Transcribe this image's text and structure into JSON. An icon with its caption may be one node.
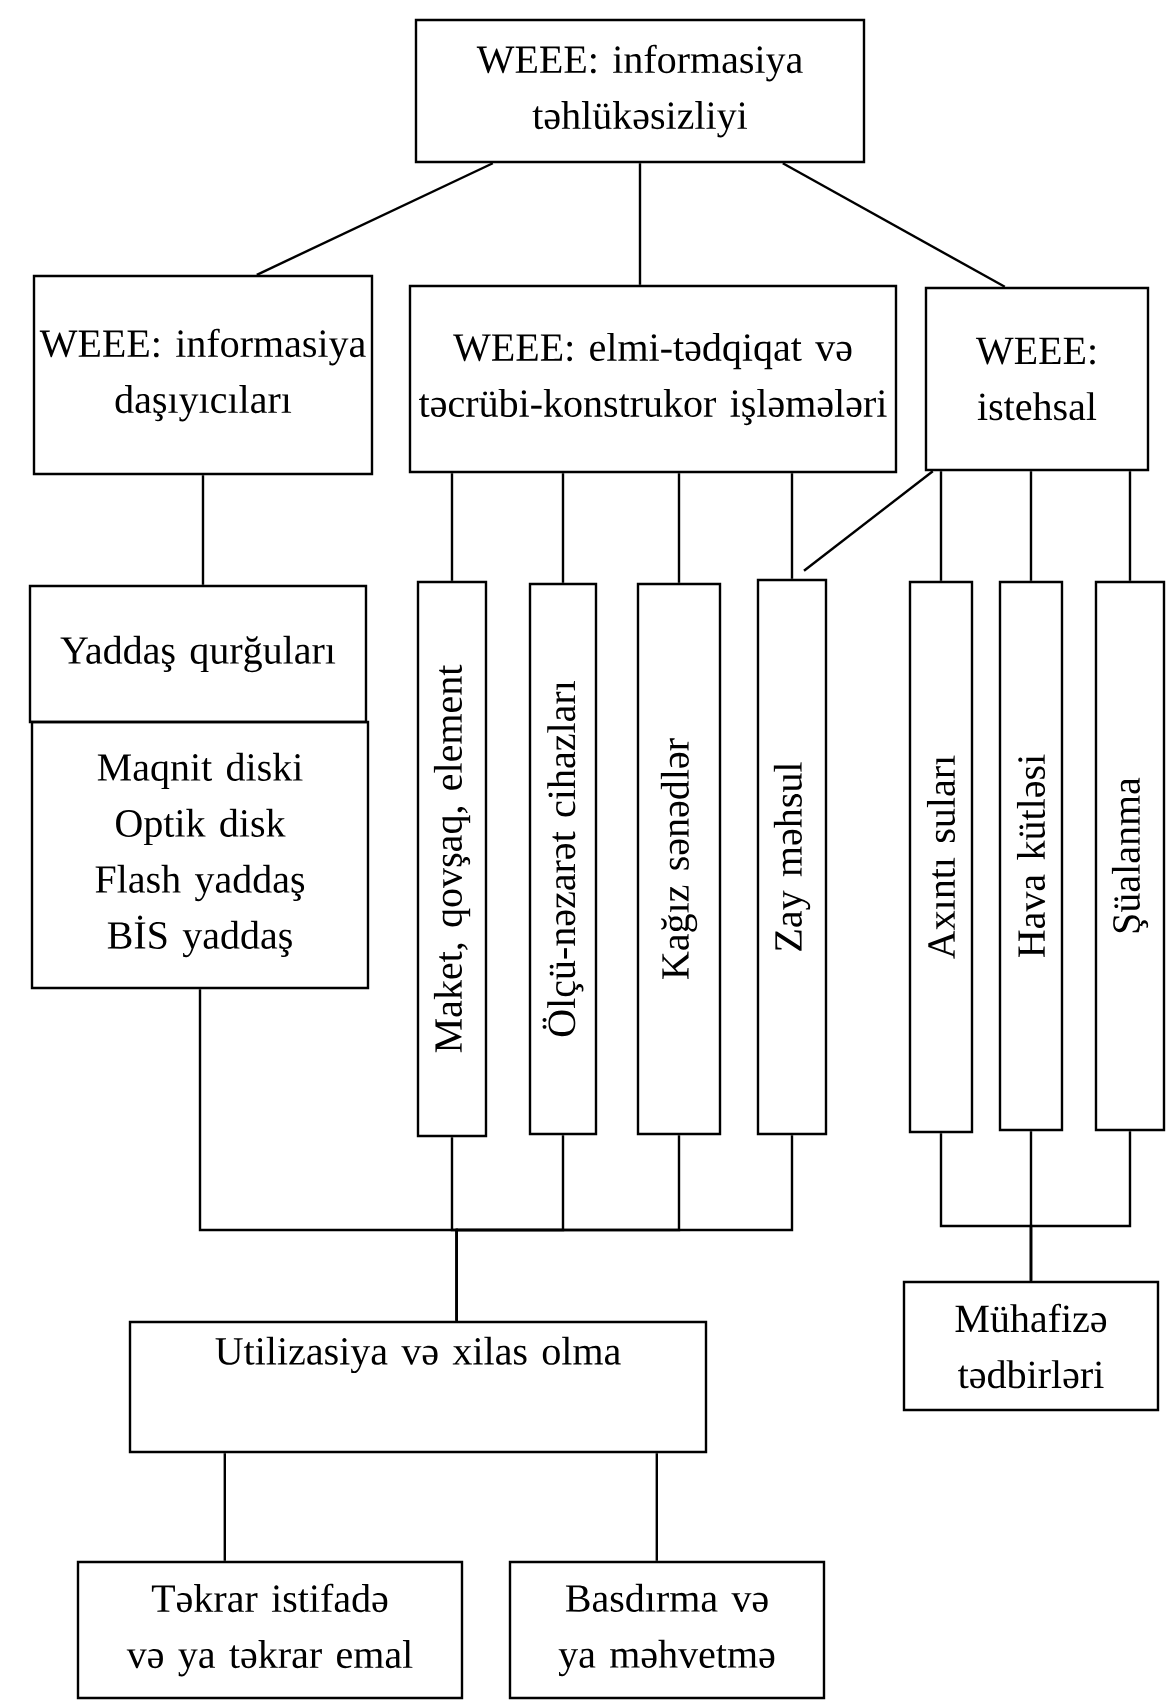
{
  "diagram": {
    "nodes": [
      {
        "text": [
          "WEEE: informasiya təhlükəsizliyi"
        ]
      },
      {
        "text": [
          "WEEE: informasiya daşıyıcıları"
        ]
      },
      {
        "text": [
          "WEEE: elmi-tədqiqat və təcrübi-konstrukor işləmələri"
        ]
      },
      {
        "text": [
          "WEEE: istehsal"
        ]
      },
      {
        "text": [
          "Yaddaş qurğuları"
        ]
      },
      {
        "text": [
          "Maqnit diski",
          "Optik disk",
          "Flash yaddaş",
          "BİS yaddaş"
        ]
      },
      {
        "text": [
          "Maket, qovşaq, element"
        ]
      },
      {
        "text": [
          "Ölçü-nəzarət cihazları"
        ]
      },
      {
        "text": [
          "Kağız sənədlər"
        ]
      },
      {
        "text": [
          "Zay məhsul"
        ]
      },
      {
        "text": [
          "Axıntı suları"
        ]
      },
      {
        "text": [
          "Hava kütləsi"
        ]
      },
      {
        "text": [
          "Şüalanma"
        ]
      },
      {
        "text": [
          "Utilizasiya və xilas olma"
        ]
      },
      {
        "text": [
          "Mühafizə tədbirləri"
        ]
      },
      {
        "text": [
          "Təkrar istifadə və ya təkrar emal"
        ]
      },
      {
        "text": [
          "Basdırma və ya məhvetmə"
        ]
      }
    ],
    "edges": [
      {
        "from": 0,
        "to": 1,
        "arrow": "none"
      },
      {
        "from": 0,
        "to": 2,
        "arrow": "none"
      },
      {
        "from": 0,
        "to": 3,
        "arrow": "none"
      },
      {
        "from": 1,
        "to": 4,
        "arrow": "none"
      },
      {
        "from": 2,
        "to": 6,
        "arrow": "none"
      },
      {
        "from": 2,
        "to": 7,
        "arrow": "none"
      },
      {
        "from": 2,
        "to": 8,
        "arrow": "none"
      },
      {
        "from": 2,
        "to": 9,
        "arrow": "none"
      },
      {
        "from": 3,
        "to": 9,
        "arrow": "none"
      },
      {
        "from": 3,
        "to": 10,
        "arrow": "none"
      },
      {
        "from": 3,
        "to": 11,
        "arrow": "none"
      },
      {
        "from": 3,
        "to": 12,
        "arrow": "none"
      },
      {
        "from": 5,
        "to": 13,
        "arrow": "none"
      },
      {
        "from": 6,
        "to": 13,
        "arrow": "none"
      },
      {
        "from": 7,
        "to": 13,
        "arrow": "none"
      },
      {
        "from": 8,
        "to": 13,
        "arrow": "none"
      },
      {
        "from": 9,
        "to": 13,
        "arrow": "none"
      },
      {
        "from": 10,
        "to": 14,
        "arrow": "none"
      },
      {
        "from": 11,
        "to": 14,
        "arrow": "none"
      },
      {
        "from": 12,
        "to": 14,
        "arrow": "none"
      },
      {
        "from": 13,
        "to": 15,
        "arrow": "none"
      },
      {
        "from": 13,
        "to": 16,
        "arrow": "none"
      }
    ]
  }
}
